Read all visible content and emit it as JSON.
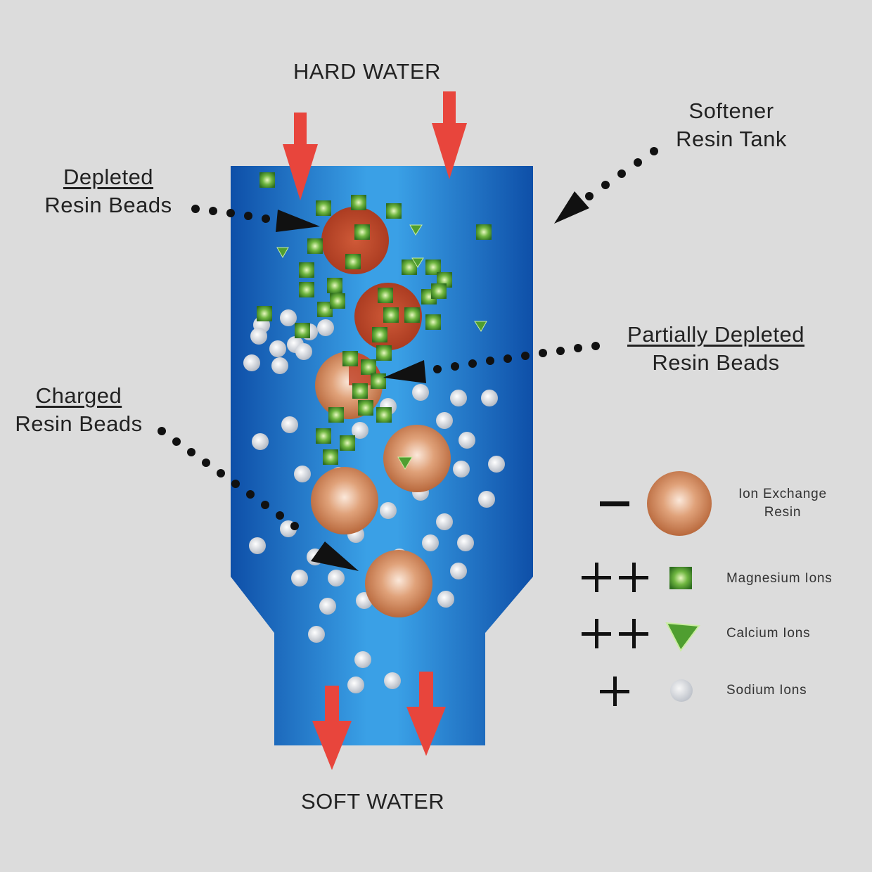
{
  "labels": {
    "hard_water": "HARD WATER",
    "soft_water": "SOFT WATER",
    "softener_tank_line1": "Softener",
    "softener_tank_line2": "Resin Tank",
    "depleted_line1": "Depleted",
    "depleted_line2": "Resin Beads",
    "partially_line1": "Partially Depleted",
    "partially_line2": "Resin Beads",
    "charged_line1": "Charged",
    "charged_line2": "Resin Beads"
  },
  "legend": [
    {
      "charge": "−",
      "symbol": "resin-bead",
      "line1": "Ion Exchange",
      "line2": "Resin"
    },
    {
      "charge": "++",
      "symbol": "magnesium-ion",
      "line1": "Magnesium Ions",
      "line2": ""
    },
    {
      "charge": "++",
      "symbol": "calcium-ion",
      "line1": "Calcium Ions",
      "line2": ""
    },
    {
      "charge": "+",
      "symbol": "sodium-ion",
      "line1": "Sodium Ions",
      "line2": ""
    }
  ],
  "colors": {
    "background": "#dcdcdc",
    "tank_blue": "#1f6fc7",
    "arrow_red": "#e8453c",
    "depleted_bead": "#c1452a",
    "charged_bead": "#d58a5c",
    "magnesium": "#3f8f2a",
    "sodium": "#e4e8ee"
  }
}
